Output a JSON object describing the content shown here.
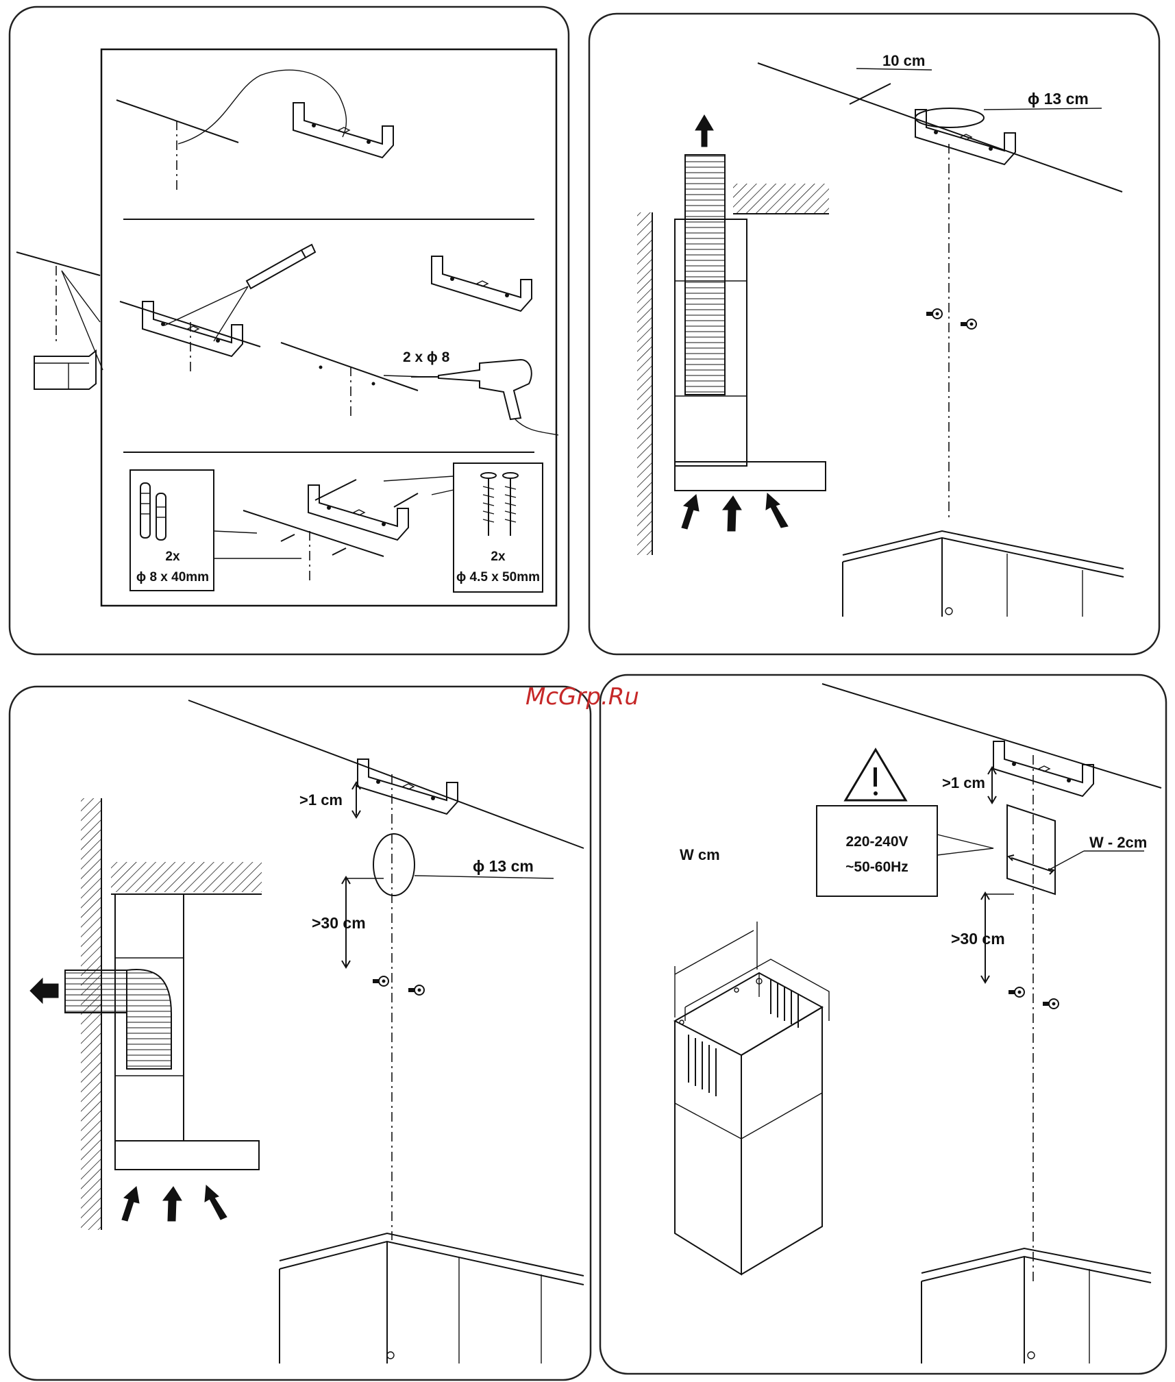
{
  "watermark": "McGrp.Ru",
  "panel1": {
    "drill_label": "2 x ϕ 8",
    "anchor_count": "2x",
    "anchor_size": "ϕ 8 x 40mm",
    "screw_count": "2x",
    "screw_size": "ϕ 4.5 x 50mm"
  },
  "panel2": {
    "distance_label": "10 cm",
    "duct_diameter": "ϕ 13 cm"
  },
  "panel3": {
    "bracket_gap": ">1 cm",
    "duct_diameter": "ϕ 13 cm",
    "min_distance": ">30 cm"
  },
  "panel4": {
    "chimney_width": "W cm",
    "voltage_line1": "220-240V",
    "voltage_line2": "~50-60Hz",
    "bracket_gap": ">1 cm",
    "socket_width": "W - 2cm",
    "min_distance": ">30 cm"
  },
  "icons": [
    "warning-triangle-icon",
    "drill-icon",
    "screw-icon",
    "wall-anchor-icon",
    "airflow-arrow-icon"
  ]
}
